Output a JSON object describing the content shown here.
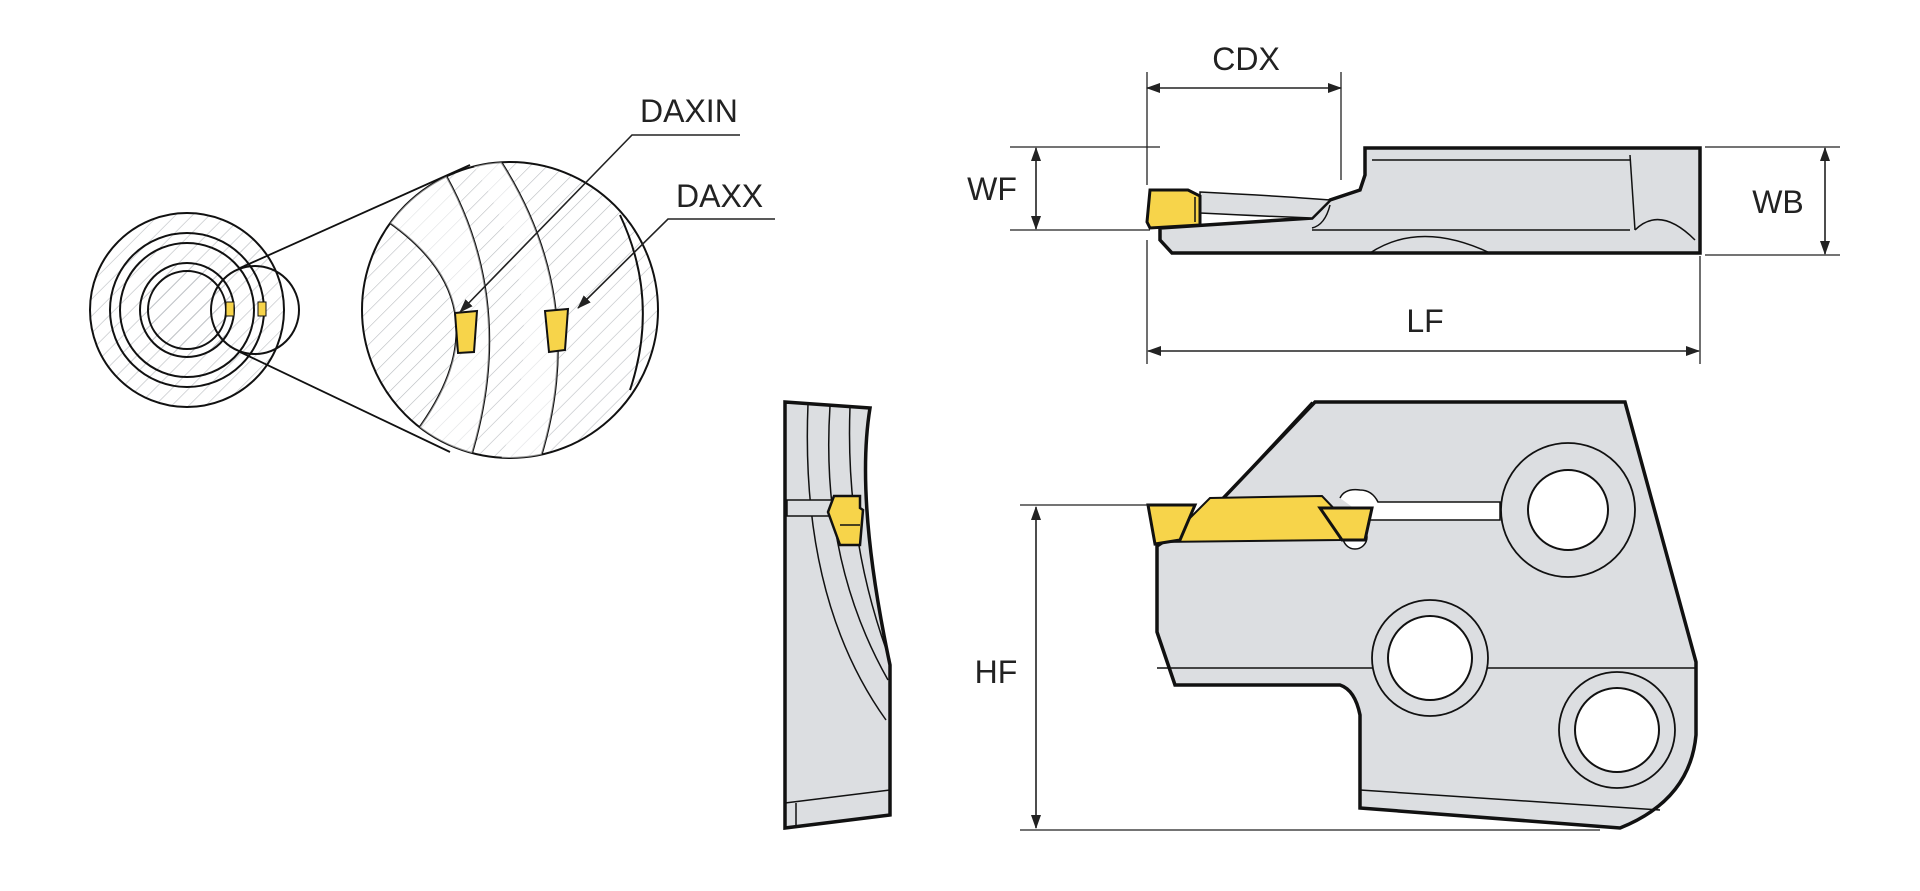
{
  "labels": {
    "daxin": "DAXIN",
    "daxx": "DAXX",
    "cdx": "CDX",
    "wf": "WF",
    "wb": "WB",
    "lf": "LF",
    "hf": "HF"
  },
  "colors": {
    "body_fill": "#dcdee1",
    "insert_fill": "#f7d44a",
    "outline": "#111111",
    "hatch": "#b9bcc0",
    "dimension_line": "#222222"
  }
}
